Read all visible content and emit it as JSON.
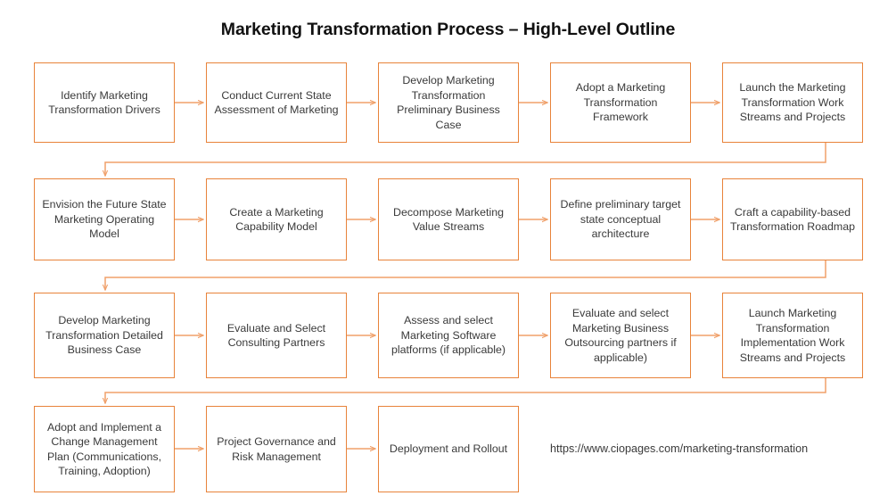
{
  "title": "Marketing Transformation Process – High-Level Outline",
  "theme": {
    "box_border": "#E8833A",
    "connector": "#F0A06A",
    "box_fill": "#FFFFFF",
    "text": "#3A3A3A",
    "title_text": "#111111",
    "page_background": "#FFFFFF"
  },
  "footer": {
    "url": "https://www.ciopages.com/marketing-transformation"
  },
  "chart_data": {
    "type": "diagram",
    "diagram_kind": "flowchart",
    "flow_direction": "left-to-right, wrapping to next row",
    "title": "Marketing Transformation Process – High-Level Outline",
    "columns": 5,
    "rows": 4,
    "node_count": 18
  },
  "rows": [
    {
      "index": 1,
      "nodes": [
        {
          "id": "n1",
          "label": "Identify Marketing Transformation Drivers"
        },
        {
          "id": "n2",
          "label": "Conduct Current State Assessment of Marketing"
        },
        {
          "id": "n3",
          "label": "Develop Marketing Transformation Preliminary Business Case"
        },
        {
          "id": "n4",
          "label": "Adopt a Marketing Transformation Framework"
        },
        {
          "id": "n5",
          "label": "Launch the Marketing Transformation Work Streams and Projects"
        }
      ]
    },
    {
      "index": 2,
      "nodes": [
        {
          "id": "n6",
          "label": "Envision the Future State Marketing Operating Model"
        },
        {
          "id": "n7",
          "label": "Create a Marketing Capability Model"
        },
        {
          "id": "n8",
          "label": "Decompose Marketing Value Streams"
        },
        {
          "id": "n9",
          "label": "Define preliminary target state conceptual architecture"
        },
        {
          "id": "n10",
          "label": "Craft a capability-based Transformation Roadmap"
        }
      ]
    },
    {
      "index": 3,
      "nodes": [
        {
          "id": "n11",
          "label": "Develop Marketing Transformation Detailed Business Case"
        },
        {
          "id": "n12",
          "label": "Evaluate and Select Consulting Partners"
        },
        {
          "id": "n13",
          "label": "Assess and select Marketing Software platforms (if applicable)"
        },
        {
          "id": "n14",
          "label": "Evaluate and select Marketing Business Outsourcing partners if applicable)"
        },
        {
          "id": "n15",
          "label": "Launch Marketing Transformation Implementation Work Streams and Projects"
        }
      ]
    },
    {
      "index": 4,
      "nodes": [
        {
          "id": "n16",
          "label": "Adopt and Implement a Change Management Plan (Communications, Training, Adoption)"
        },
        {
          "id": "n17",
          "label": "Project Governance and Risk Management"
        },
        {
          "id": "n18",
          "label": "Deployment and Rollout"
        }
      ]
    }
  ]
}
